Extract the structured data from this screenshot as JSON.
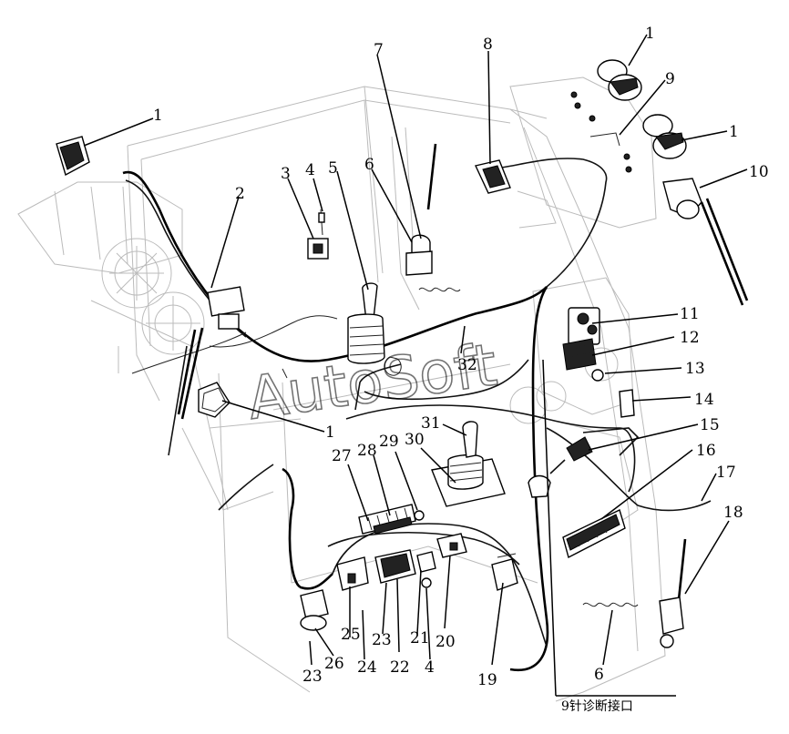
{
  "watermark": "AutoSoft",
  "caption": "9针诊断接口",
  "callouts": [
    {
      "id": "c1a",
      "text": "1"
    },
    {
      "id": "c1b",
      "text": "1"
    },
    {
      "id": "c1c",
      "text": "1"
    },
    {
      "id": "c1d",
      "text": "1"
    },
    {
      "id": "c2",
      "text": "2"
    },
    {
      "id": "c3",
      "text": "3"
    },
    {
      "id": "c4a",
      "text": "4"
    },
    {
      "id": "c5",
      "text": "5"
    },
    {
      "id": "c6a",
      "text": "6"
    },
    {
      "id": "c7",
      "text": "7"
    },
    {
      "id": "c8",
      "text": "8"
    },
    {
      "id": "c9",
      "text": "9"
    },
    {
      "id": "c10",
      "text": "10"
    },
    {
      "id": "c11",
      "text": "11"
    },
    {
      "id": "c12",
      "text": "12"
    },
    {
      "id": "c13",
      "text": "13"
    },
    {
      "id": "c14",
      "text": "14"
    },
    {
      "id": "c15",
      "text": "15"
    },
    {
      "id": "c16",
      "text": "16"
    },
    {
      "id": "c17",
      "text": "17"
    },
    {
      "id": "c18",
      "text": "18"
    },
    {
      "id": "c19",
      "text": "19"
    },
    {
      "id": "c20",
      "text": "20"
    },
    {
      "id": "c21",
      "text": "21"
    },
    {
      "id": "c22",
      "text": "22"
    },
    {
      "id": "c23a",
      "text": "23"
    },
    {
      "id": "c4b",
      "text": "4"
    },
    {
      "id": "c6b",
      "text": "6"
    },
    {
      "id": "c23b",
      "text": "23"
    },
    {
      "id": "c24",
      "text": "24"
    },
    {
      "id": "c25",
      "text": "25"
    },
    {
      "id": "c26",
      "text": "26"
    },
    {
      "id": "c27",
      "text": "27"
    },
    {
      "id": "c28",
      "text": "28"
    },
    {
      "id": "c29",
      "text": "29"
    },
    {
      "id": "c30",
      "text": "30"
    },
    {
      "id": "c31",
      "text": "31"
    },
    {
      "id": "c32",
      "text": "32"
    }
  ]
}
